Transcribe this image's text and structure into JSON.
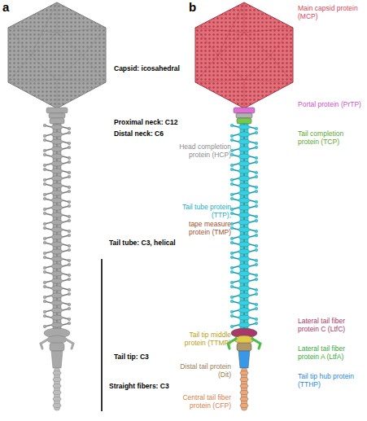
{
  "diagram": {
    "labels": [
      "a",
      "b",
      "Main capsid protein (MCP)",
      "Capsid: icosahedral",
      "Portal protein (PrTP)",
      "Proximal neck: C12",
      "Distal neck: C6",
      "Head completion protein (HCP)",
      "Tail completion protein (TCP)",
      "Tail tube: C3, helical",
      "Tail tube protein (TTP),",
      "tape measure protein (TMP)",
      "Lateral tail fiber protein C (LtfC)",
      "Tail tip middle protein (TTMP)",
      "Lateral tail fiber protein A (LtfA)",
      "Tail tip: C3",
      "Distal tail protein (Dit)",
      "Tail tip hub protein (TTHP)",
      "Straight fibers: C3",
      "Central tail fiber protein (CFP)"
    ]
  }
}
